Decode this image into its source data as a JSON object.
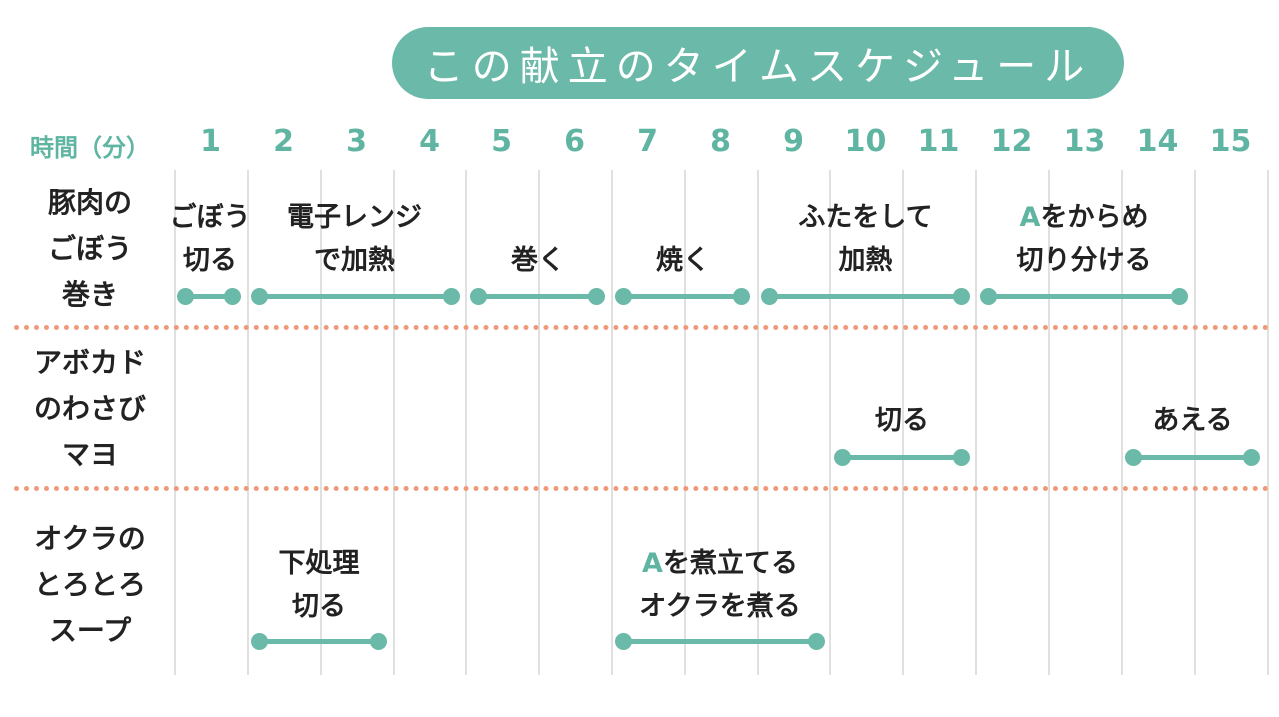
{
  "title": "この献立のタイムスケジュール",
  "header": {
    "time_label": "時間（分）",
    "minutes": [
      "1",
      "2",
      "3",
      "4",
      "5",
      "6",
      "7",
      "8",
      "9",
      "10",
      "11",
      "12",
      "13",
      "14",
      "15"
    ]
  },
  "colors": {
    "accent": "#6bb9a8",
    "divider": "#ee9a78",
    "grid": "#e0e0e0",
    "text": "#222222"
  },
  "rows": [
    {
      "dish": [
        "豚肉の",
        "ごぼう",
        "巻き"
      ],
      "tasks": [
        {
          "lines": [
            "ごぼう",
            "切る"
          ],
          "start": 1,
          "end": 1.7
        },
        {
          "lines": [
            "電子レンジ",
            "で加熱"
          ],
          "start": 2,
          "end": 4.7
        },
        {
          "lines": [
            "巻く"
          ],
          "start": 5,
          "end": 6.7
        },
        {
          "lines": [
            "焼く"
          ],
          "start": 7,
          "end": 8.7
        },
        {
          "lines": [
            "ふたをして",
            "加熱"
          ],
          "start": 9,
          "end": 11.7
        },
        {
          "lines": [
            "Aをからめ",
            "切り分ける"
          ],
          "start": 12,
          "end": 14.7
        }
      ]
    },
    {
      "dish": [
        "アボカド",
        "のわさび",
        "マヨ"
      ],
      "tasks": [
        {
          "lines": [
            "切る"
          ],
          "start": 10,
          "end": 11.7
        },
        {
          "lines": [
            "あえる"
          ],
          "start": 14,
          "end": 15.7
        }
      ]
    },
    {
      "dish": [
        "オクラの",
        "とろとろ",
        "スープ"
      ],
      "tasks": [
        {
          "lines": [
            "下処理",
            "切る"
          ],
          "start": 2,
          "end": 3.7
        },
        {
          "lines": [
            "Aを煮立てる",
            "オクラを煮る"
          ],
          "start": 7,
          "end": 9.7
        }
      ]
    }
  ],
  "labels": {
    "r0t0a": "ごぼう",
    "r0t0b": "切る",
    "r0t1a": "電子レンジ",
    "r0t1b": "で加熱",
    "r0t2a": "巻く",
    "r0t3a": "焼く",
    "r0t4a": "ふたをして",
    "r0t4b": "加熱",
    "r0t5acc": "A",
    "r0t5a": "をからめ",
    "r0t5b": "切り分ける",
    "r1t0a": "切る",
    "r1t1a": "あえる",
    "r2t0a": "下処理",
    "r2t0b": "切る",
    "r2t1acc": "A",
    "r2t1a": "を煮立てる",
    "r2t1b": "オクラを煮る"
  }
}
